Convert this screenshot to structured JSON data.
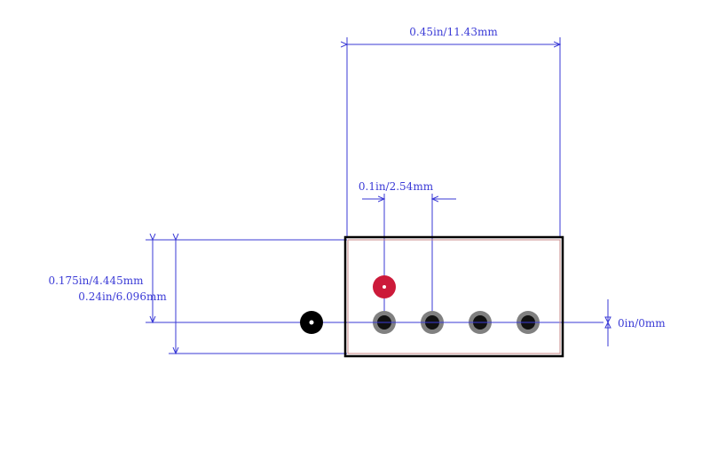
{
  "dimensions": {
    "width_label": "0.45in/11.43mm",
    "pitch_label": "0.1in/2.54mm",
    "height_175_label": "0.175in/4.445mm",
    "height_24_label": "0.24in/6.096mm",
    "zero_label": "0in/0mm"
  },
  "colors": {
    "dimension_line": "#3a3ad6",
    "outline": "#000000",
    "courtyard": "#c98a8a",
    "pad_ring": "#808080",
    "pad_hole": "#111111",
    "pin1_marker": "#cc1a3a",
    "outside_pad": "#000000"
  },
  "pads": {
    "count": 4,
    "hole_icon": "through-hole-pad"
  }
}
